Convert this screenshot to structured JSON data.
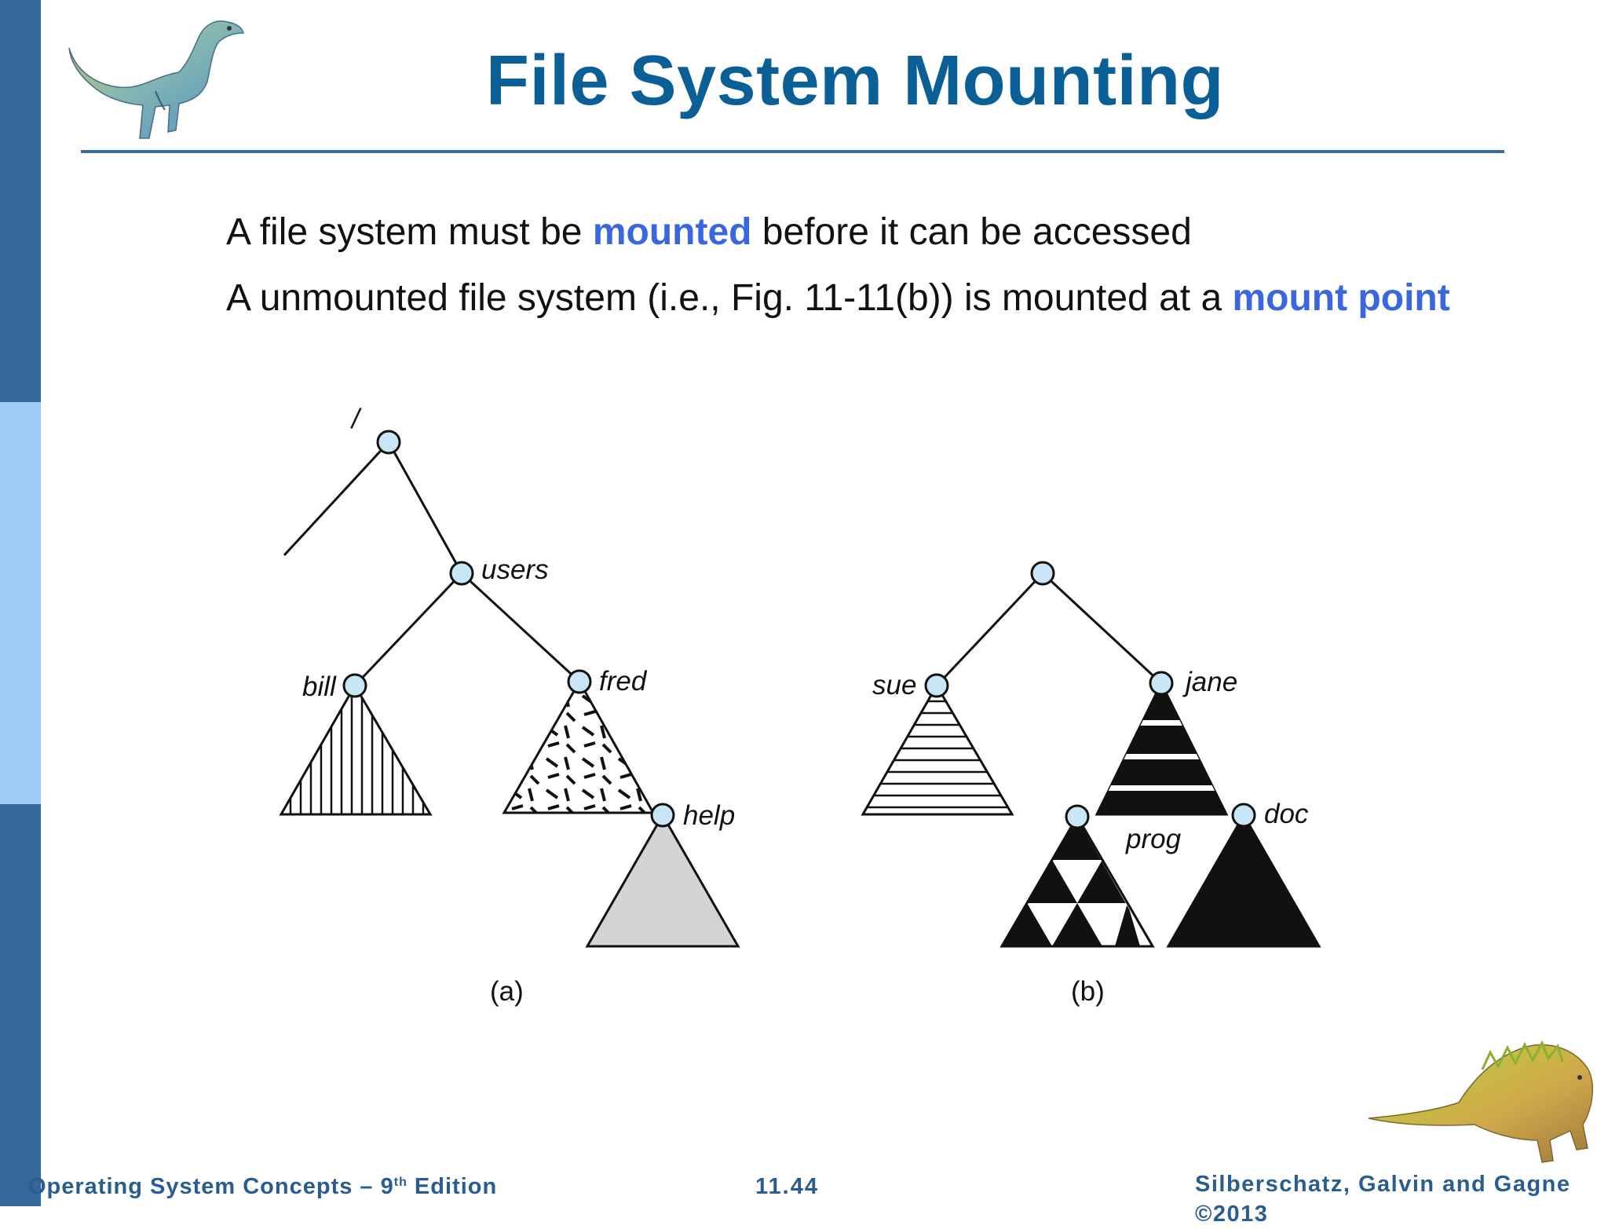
{
  "slide": {
    "title": "File System Mounting",
    "bullets": [
      {
        "before": "A file system must be ",
        "highlight": "mounted",
        "after": " before it can be accessed"
      },
      {
        "before": "A unmounted file system (i.e., Fig. 11-11(b)) is mounted at a ",
        "highlight": "mount point",
        "after": ""
      }
    ]
  },
  "diagram": {
    "tree_a": {
      "root_label": "/",
      "nodes": [
        "users",
        "bill",
        "fred",
        "help"
      ],
      "caption": "(a)"
    },
    "tree_b": {
      "nodes": [
        "sue",
        "jane",
        "prog",
        "doc"
      ],
      "caption": "(b)"
    }
  },
  "footer": {
    "left_text": "Operating System Concepts – 9",
    "left_sup": "th",
    "left_after": " Edition",
    "page_number": "11.44",
    "right_line1": "Silberschatz, Galvin and Gagne",
    "right_line2": "©2013"
  },
  "colors": {
    "sidebar_dark": "#34689a",
    "sidebar_light": "#9ecbf7",
    "title": "#0a5f96",
    "highlight": "#3a66e0",
    "node_fill": "#c8e6f5"
  },
  "icons": {
    "top_mascot": "dinosaur-icon",
    "bottom_mascot": "dinosaur-icon"
  }
}
